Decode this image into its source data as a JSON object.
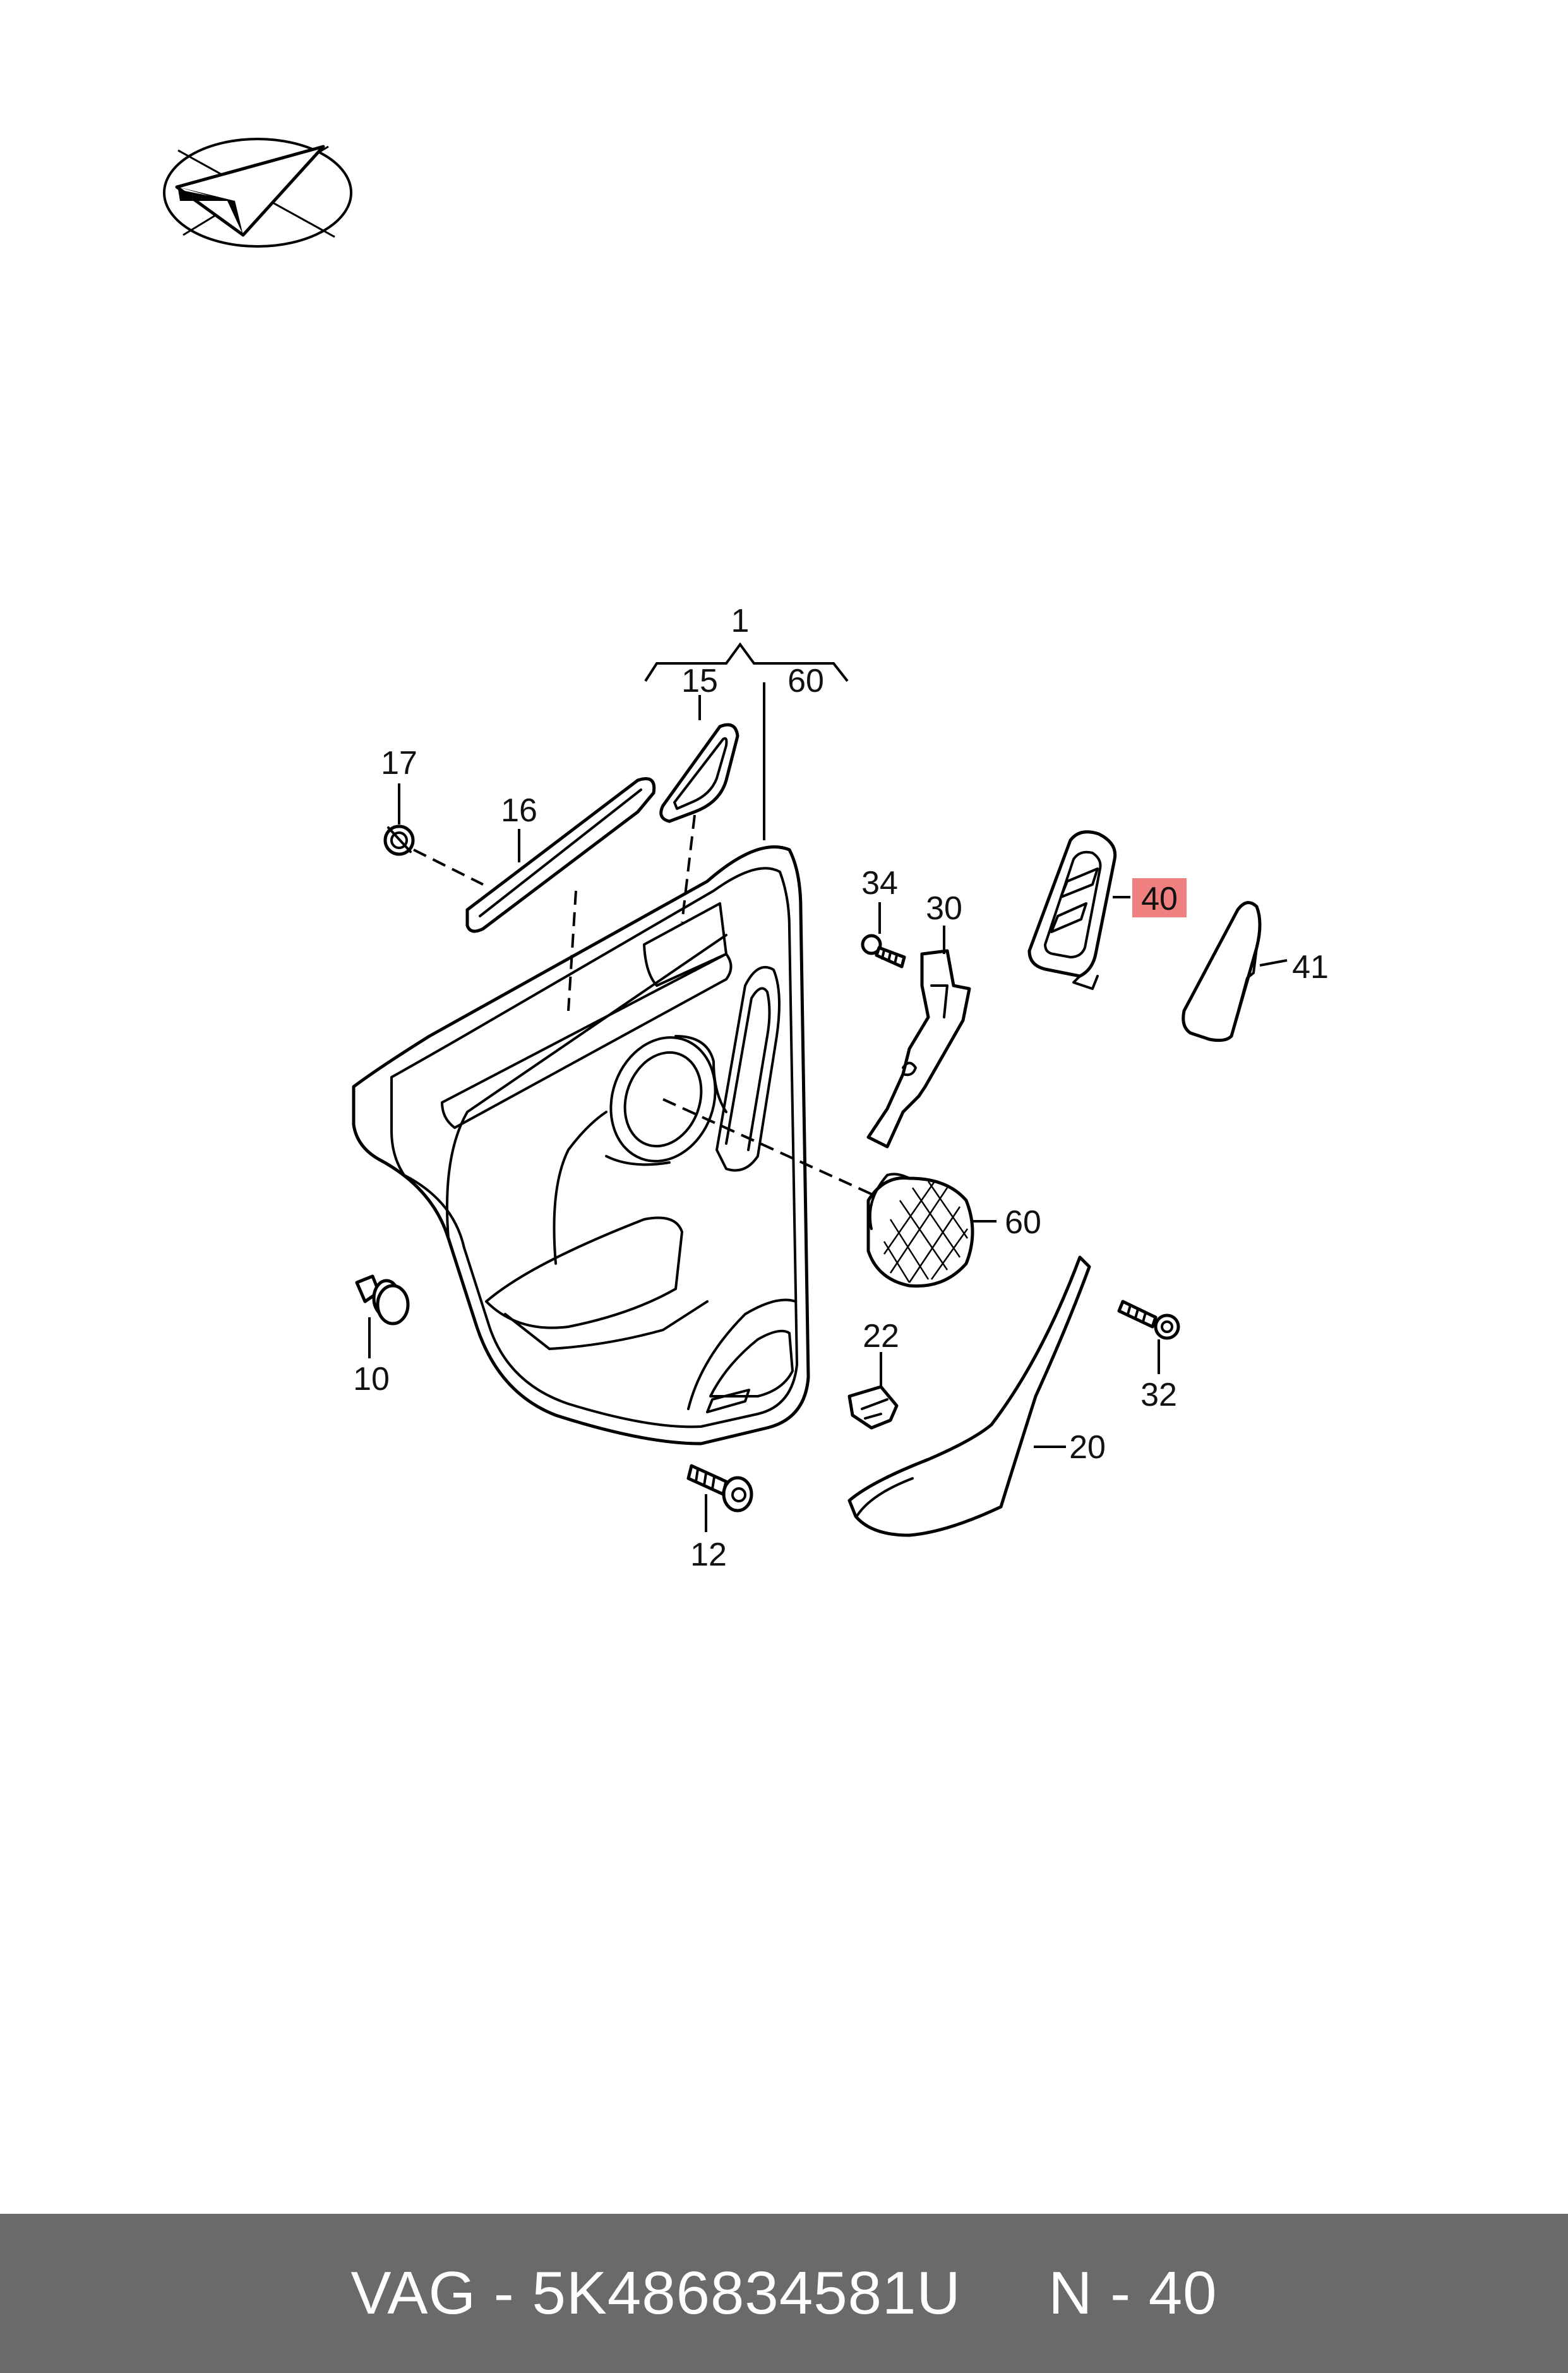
{
  "callouts": {
    "c1": "1",
    "c15": "15",
    "c60top": "60",
    "c17": "17",
    "c16": "16",
    "c34": "34",
    "c30": "30",
    "c40": "40",
    "c41": "41",
    "c60": "60",
    "c10": "10",
    "c22": "22",
    "c32": "32",
    "c20": "20",
    "c12": "12"
  },
  "highlight": {
    "part": "40",
    "color": "#f08080"
  },
  "footer": {
    "brand": "VAG",
    "separator": " - ",
    "part_number": "5K486834581U",
    "gap": "     ",
    "position_label": "N - 40",
    "background": "#6a6a6a"
  },
  "logo": {
    "icon": "paper-plane-logo-icon"
  }
}
